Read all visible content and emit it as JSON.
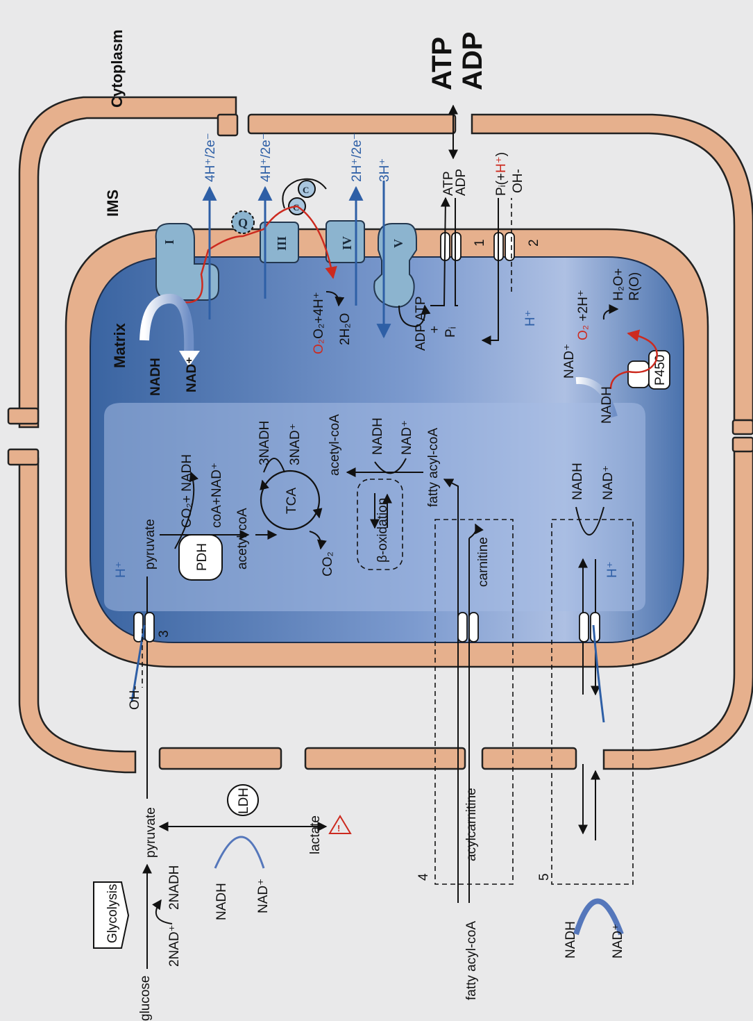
{
  "compartments": {
    "cytoplasm": "Cytoplasm",
    "ims": "IMS",
    "matrix": "Matrix",
    "atp": "ATP",
    "adp": "ADP"
  },
  "etc": {
    "complex_1": "I",
    "complex_3": "III",
    "complex_4": "IV",
    "complex_5": "V",
    "q": "Q",
    "c": "C",
    "proton_1": "4H⁺/2e⁻",
    "proton_3": "4H⁺/2e⁻",
    "proton_4": "2H⁺/2e⁻",
    "proton_5": "3H⁺",
    "nadh_top": "NADH",
    "nad_top": "NAD⁺",
    "o2_reaction": "O₂+4H⁺",
    "water": "2H₂O",
    "adp_atp_matrix": "ADP ATP",
    "plus_pi": "+",
    "pi": "Pᵢ",
    "atp_ims": "ATP",
    "adp_ims": "ADP",
    "pi_ims": "Pᵢ(+H⁺)",
    "oh_ims": "OH-",
    "h_matrix": "H⁺",
    "transporter_1": "1",
    "transporter_2": "2"
  },
  "p450": {
    "label": "P450",
    "nad": "NAD⁺",
    "nadh": "NADH",
    "o2": "O₂+2H⁺",
    "h2o": "H₂O+",
    "ro": "R(O)"
  },
  "matrix_pathways": {
    "pdh": "PDH",
    "pyruvate": "pyruvate",
    "acetyl_coa_1": "acetyl-coA",
    "co2_nadh": "CO₂+ NADH",
    "coa_nad": "coA+NAD⁺",
    "tca": "TCA",
    "nadh3": "3NADH",
    "nad3": "3NAD⁺",
    "co2": "CO₂",
    "acetyl_coa_2": "acetyl-coA",
    "beta_ox": "β-oxidation",
    "nadh_b": "NADH",
    "nad_b": "NAD⁺",
    "fatty_acyl_matrix": "fatty acyl-coA",
    "carnitine": "carnitine",
    "nadh_s": "NADH",
    "nad_s": "NAD⁺",
    "h_shuttle": "H⁺",
    "h_pyr": "H⁺",
    "transporter_3": "3"
  },
  "cytosol": {
    "glucose": "glucose",
    "glycolysis": "Glycolysis",
    "two_nad": "2NAD⁺",
    "two_nadh": "2NADH",
    "pyruvate": "pyruvate",
    "ldh": "LDH",
    "lactate": "lactate",
    "nadh_ldh": "NADH",
    "nad_ldh": "NAD⁺",
    "oh": "OH-",
    "fatty_acyl_coa": "fatty acyl-coA",
    "acylcarnitine": "acylcarnitine",
    "nadh_cyto": "NADH",
    "nad_cyto": "NAD⁺",
    "box_4": "4",
    "box_5": "5"
  },
  "colors": {
    "membrane": "#e6b08d",
    "matrix_dark": "#3d67a3",
    "matrix_light": "#9fb6de",
    "complex": "#8cb4cf",
    "proton_arrow": "#2e5fa6",
    "electron_path": "#cc2a1f"
  }
}
